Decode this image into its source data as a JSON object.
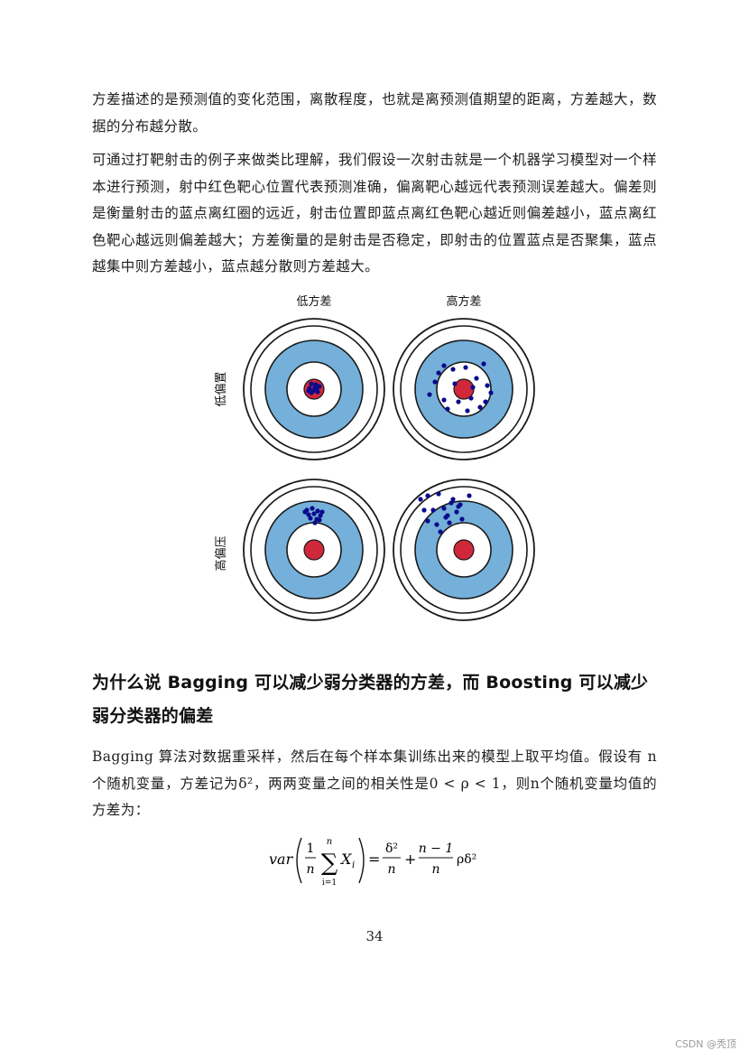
{
  "paragraphs": {
    "p1": "方差描述的是预测值的变化范围，离散程度，也就是离预测值期望的距离，方差越大，数据的分布越分散。",
    "p2": "可通过打靶射击的例子来做类比理解，我们假设一次射击就是一个机器学习模型对一个样本进行预测，射中红色靶心位置代表预测准确，偏离靶心越远代表预测误差越大。偏差则是衡量射击的蓝点离红圈的远近，射击位置即蓝点离红色靶心越近则偏差越小，蓝点离红色靶心越远则偏差越大；方差衡量的是射击是否稳定，即射击的位置蓝点是否聚集，蓝点越集中则方差越小，蓝点越分散则方差越大。",
    "p3": "Bagging 算法对数据重采样，然后在每个样本集训练出来的模型上取平均值。假设有 n 个随机变量，方差记为δ²，两两变量之间的相关性是0 < ρ < 1，则n个随机变量均值的方差为："
  },
  "figure": {
    "col_labels": [
      "低方差",
      "高方差"
    ],
    "row_labels": [
      "低偏置",
      "高偏压"
    ],
    "colors": {
      "outer_ring": "#ffffff",
      "blue_ring": "#74b0da",
      "bullseye": "#d0283b",
      "dots": "#0a0a8c",
      "stroke": "#1a1a1a"
    }
  },
  "heading": "为什么说 Bagging 可以减少弱分类器的方差，而 Boosting 可以减少弱分类器的偏差",
  "formula": {
    "lhs_func": "var",
    "frac1_num": "1",
    "frac1_den": "n",
    "sum_symbol": "∑",
    "sum_upper": "n",
    "sum_lower": "i=1",
    "summand": "X",
    "summand_sub": "i",
    "equals": "=",
    "frac2_num": "δ²",
    "frac2_den": "n",
    "plus": "+",
    "frac3_num": "n − 1",
    "frac3_den": "n",
    "tail": "ρδ²"
  },
  "page_number": "34",
  "watermark": "CSDN @秃顶"
}
